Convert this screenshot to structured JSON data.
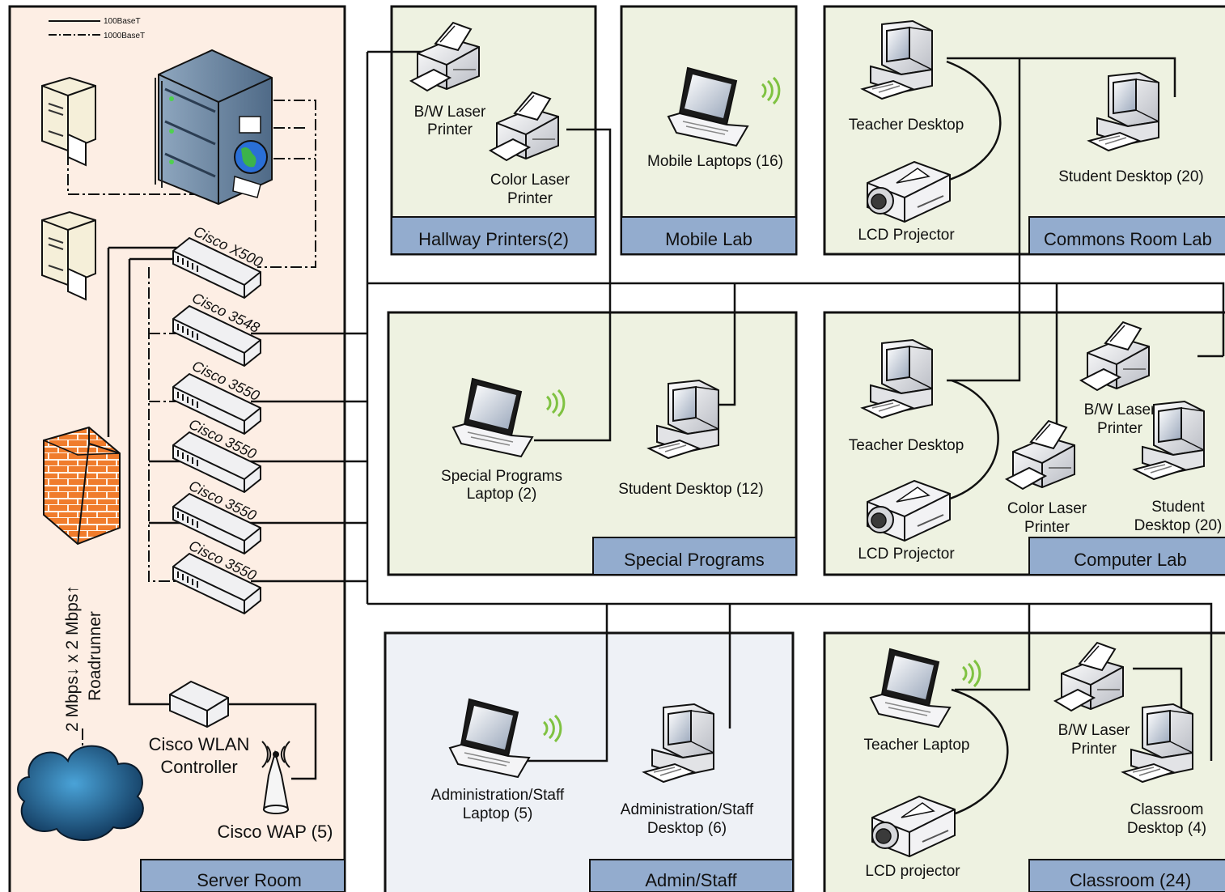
{
  "legend": {
    "solid": "100BaseT",
    "dashdot": "1000BaseT"
  },
  "colors": {
    "server_room_bg": "#fdeee4",
    "room_bg": "#eef2e1",
    "admin_bg": "#eef1f6",
    "label_bar": "#93acce",
    "firewall": "#f07c2c",
    "wireless": "#7fc241"
  },
  "rooms": {
    "server_room": {
      "label": "Server Room"
    },
    "hallway": {
      "label": "Hallway Printers(2)",
      "bw_printer_l1": "B/W Laser",
      "bw_printer_l2": "Printer",
      "color_printer_l1": "Color Laser",
      "color_printer_l2": "Printer"
    },
    "mobile": {
      "label": "Mobile Lab",
      "laptops": "Mobile Laptops (16)"
    },
    "commons": {
      "label": "Commons Room Lab",
      "teacher_desktop": "Teacher Desktop",
      "projector": "LCD Projector",
      "student_desktop": "Student Desktop (20)"
    },
    "special": {
      "label": "Special Programs",
      "laptop_l1": "Special Programs",
      "laptop_l2": "Laptop (2)",
      "student_desktop": "Student Desktop (12)"
    },
    "computer_lab": {
      "label": "Computer Lab",
      "teacher_desktop": "Teacher Desktop",
      "projector": "LCD Projector",
      "color_printer_l1": "Color Laser",
      "color_printer_l2": "Printer",
      "bw_printer_l1": "B/W Laser",
      "bw_printer_l2": "Printer",
      "student_l1": "Student",
      "student_l2": "Desktop (20)"
    },
    "admin": {
      "label": "Admin/Staff",
      "laptop_l1": "Administration/Staff",
      "laptop_l2": "Laptop (5)",
      "desktop_l1": "Administration/Staff",
      "desktop_l2": "Desktop (6)"
    },
    "classroom": {
      "label": "Classroom (24)",
      "teacher_laptop": "Teacher Laptop",
      "projector": "LCD projector",
      "bw_printer_l1": "B/W Laser",
      "bw_printer_l2": "Printer",
      "desktop_l1": "Classroom",
      "desktop_l2": "Desktop (4)"
    }
  },
  "switches": [
    "Cisco X500",
    "Cisco 3548",
    "Cisco 3550",
    "Cisco 3550",
    "Cisco 3550",
    "Cisco 3550"
  ],
  "wlan": {
    "label_l1": "Cisco WLAN",
    "label_l2": "Controller",
    "wap": "Cisco WAP (5)"
  },
  "isp": {
    "speed": "2 Mbps↓ x 2 Mbps↑",
    "provider": "Roadrunner"
  }
}
